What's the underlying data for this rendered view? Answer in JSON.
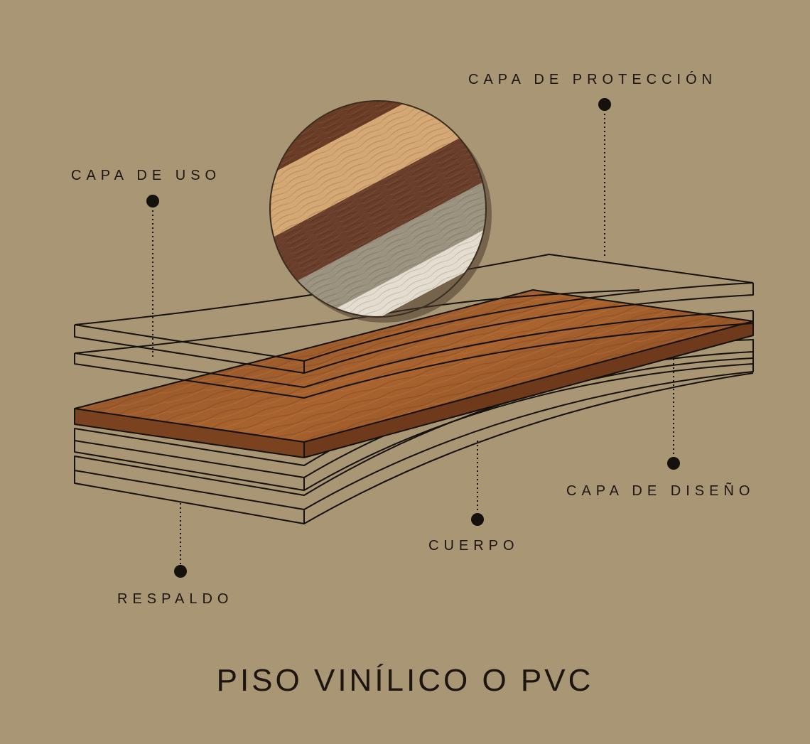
{
  "title": "PISO VINÍLICO O PVC",
  "labels": {
    "proteccion": "CAPA DE PROTECCIÓN",
    "uso": "CAPA DE USO",
    "diseno": "CAPA DE DISEÑO",
    "cuerpo": "CUERPO",
    "respaldo": "RESPALDO"
  },
  "colors": {
    "background": "#a99675",
    "line": "#15110c",
    "wood_design_layer": "#9a5a2c"
  }
}
